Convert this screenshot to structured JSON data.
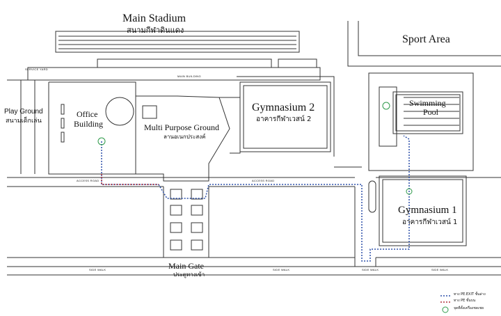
{
  "labels": {
    "main_stadium": "Main Stadium",
    "main_stadium_th": "สนามกีฬาดินแดง",
    "sport_area": "Sport Area",
    "play_ground": "Play Ground",
    "play_ground_th": "สนามเด็กเล่น",
    "office_building_1": "Office",
    "office_building_2": "Building",
    "multi_purpose": "Multi Purpose Ground",
    "multi_purpose_th": "ลานอเนกประสงค์",
    "gymnasium_2": "Gymnasium 2",
    "gymnasium_2_th": "อาคารกีฬาเวสน์ 2",
    "swimming_1": "Swimming",
    "swimming_2": "Pool",
    "gymnasium_1": "Gymnasium 1",
    "gymnasium_1_th": "อาคารกีฬาเวสน์ 1",
    "main_gate": "Main Gate",
    "main_gate_th": "ประตูทางเข้า",
    "service_yard": "SERVICE YARD",
    "main_building": "MAIN BUILDING",
    "access_road_left": "ACCESS ROAD",
    "access_road_right": "ACCESS ROAD",
    "side_walk_1": "SIDE WALK",
    "side_walk_2": "SIDE WALK",
    "side_walk_3": "SIDE WALK",
    "side_walk_4": "SIDE WALK"
  },
  "legend": [
    {
      "label": "ทาง PE.EXIT ชั้นล่าง",
      "color": "#2b4fa8",
      "style": "dotted-line"
    },
    {
      "label": "ทาง PE ชั้นบน",
      "color": "#b0303a",
      "style": "dotted-line"
    },
    {
      "label": "จุดที่ตั้งเครื่องชดเชย",
      "color": "#2e9a4a",
      "style": "circle"
    }
  ],
  "colors": {
    "route_blue": "#2b4fa8",
    "route_red": "#b0303a",
    "marker_green": "#2e9a4a",
    "line": "#333333"
  }
}
